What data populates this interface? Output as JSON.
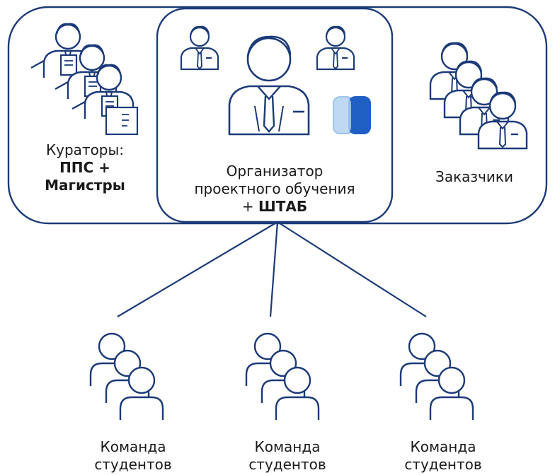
{
  "curators": {
    "line1": "Кураторы:",
    "line2": "ППС +",
    "line3": "Магистры"
  },
  "organizer": {
    "line1": "Организатор",
    "line2": "проектного обучения",
    "line3_prefix": "+ ",
    "line3_bold": "ШТАБ"
  },
  "customers": {
    "label": "Заказчики"
  },
  "teams": [
    {
      "line1": "Команда",
      "line2": "студентов"
    },
    {
      "line1": "Команда",
      "line2": "студентов"
    },
    {
      "line1": "Команда",
      "line2": "студентов"
    }
  ],
  "colors": {
    "stroke": "#1b3a78",
    "logo_light": "#9fc4ec",
    "logo_dark": "#1f5fc4",
    "text": "#1a1a1a"
  },
  "icons": [
    "teacher-group-icon",
    "staff-person-icon",
    "organizer-person-icon",
    "brand-logo-icon",
    "customer-group-icon",
    "student-group-icon"
  ]
}
